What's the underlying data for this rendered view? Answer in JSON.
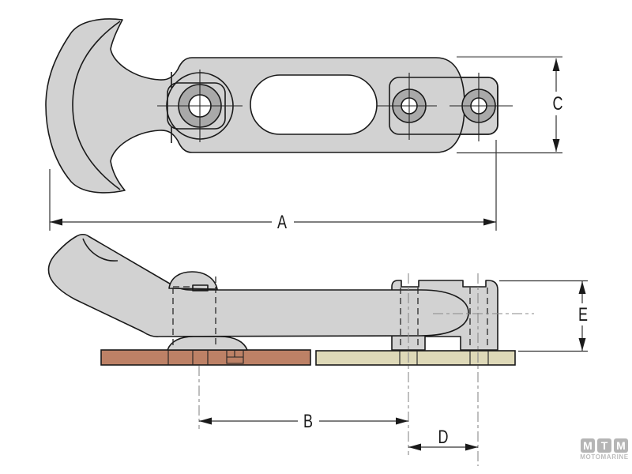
{
  "drawing": {
    "kind": "technical-drawing-two-views"
  },
  "dimensions": {
    "a": "A",
    "b": "B",
    "c": "C",
    "d": "D",
    "e": "E"
  },
  "logo": {
    "letters": [
      "M",
      "T",
      "M"
    ],
    "name": "MOTOMARINE"
  },
  "colors": {
    "body_gray": "#d2d2d2",
    "washer_gray": "#a9a9a9",
    "outline": "#1a1a1a",
    "wood_plate": "#bd8166",
    "cream_plate": "#ded9b8",
    "centerline": "#8a8a8a",
    "dim_line": "#333333",
    "ext_line_gray": "#9a9a9a",
    "logo_gray": "#b5b5b5",
    "logo_text": "#bdbdbd",
    "background": "#ffffff"
  }
}
